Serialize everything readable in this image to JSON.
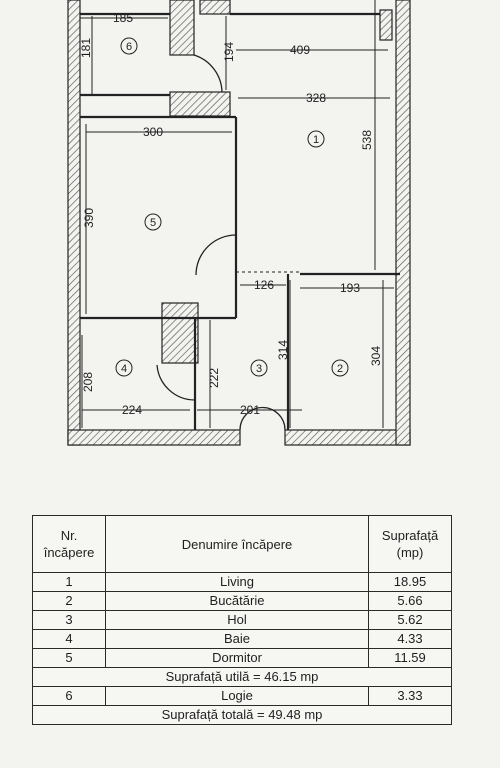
{
  "plan": {
    "dims": {
      "d185": "185",
      "d181": "181",
      "d194": "194",
      "d409": "409",
      "d328": "328",
      "d300": "300",
      "d390": "390",
      "d538": "538",
      "d126": "126",
      "d193": "193",
      "d314": "314",
      "d304": "304",
      "d208": "208",
      "d222": "222",
      "d224": "224",
      "d201": "201"
    },
    "rooms": {
      "r1": "1",
      "r2": "2",
      "r3": "3",
      "r4": "4",
      "r5": "5",
      "r6": "6"
    }
  },
  "table": {
    "headers": {
      "nr": "Nr.\nîncăpere",
      "name": "Denumire încăpere",
      "area": "Suprafață\n(mp)"
    },
    "rows": [
      {
        "nr": "1",
        "name": "Living",
        "area": "18.95"
      },
      {
        "nr": "2",
        "name": "Bucătărie",
        "area": "5.66"
      },
      {
        "nr": "3",
        "name": "Hol",
        "area": "5.62"
      },
      {
        "nr": "4",
        "name": "Baie",
        "area": "4.33"
      },
      {
        "nr": "5",
        "name": "Dormitor",
        "area": "11.59"
      }
    ],
    "useful_total": "Suprafață utilă = 46.15 mp",
    "extra_row": {
      "nr": "6",
      "name": "Logie",
      "area": "3.33"
    },
    "grand_total": "Suprafață totală = 49.48 mp"
  }
}
